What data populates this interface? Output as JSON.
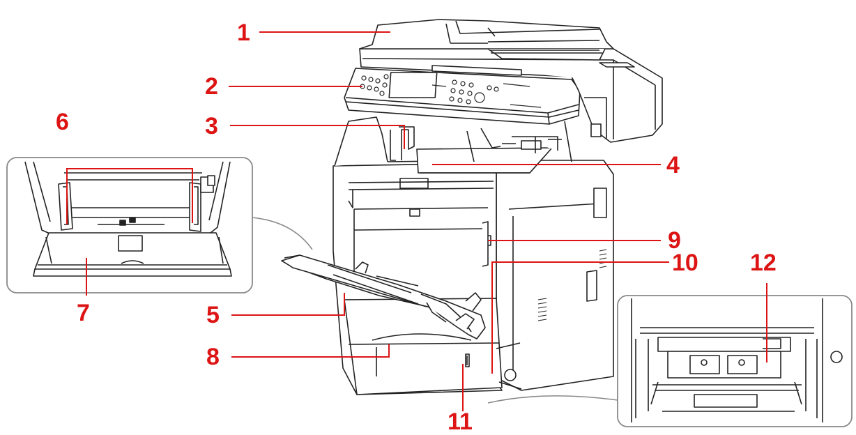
{
  "colors": {
    "callout": "#dd1414",
    "outline": "#222222",
    "paper": "#ffffff",
    "inset_border": "#888888"
  },
  "callouts": [
    "1",
    "2",
    "3",
    "4",
    "5",
    "6",
    "7",
    "8",
    "9",
    "10",
    "11",
    "12"
  ]
}
